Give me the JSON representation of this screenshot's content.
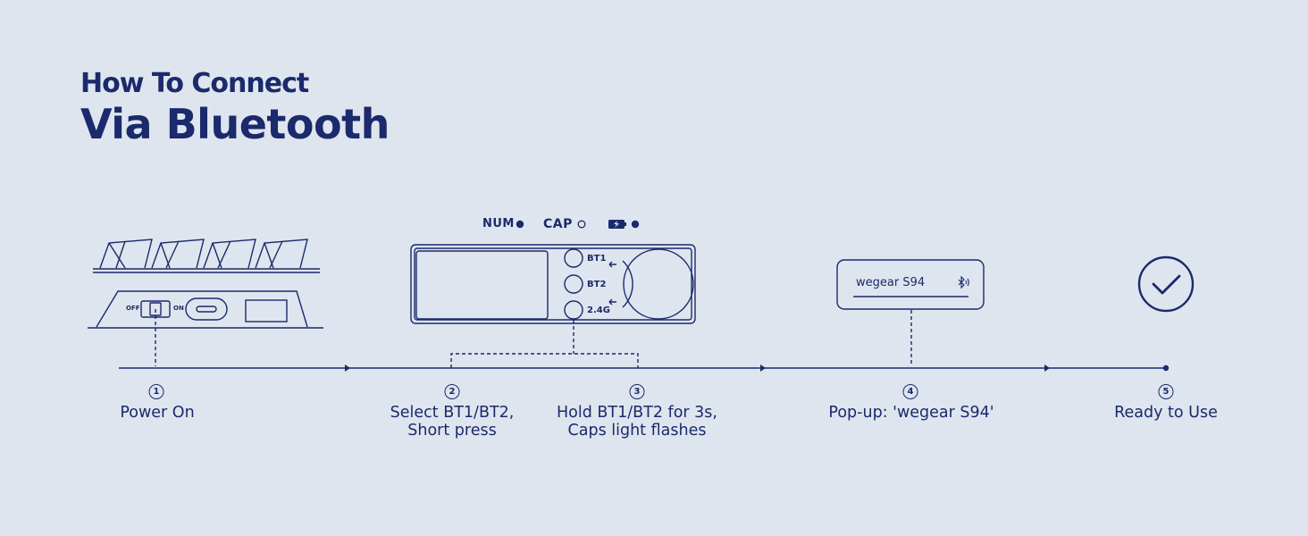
{
  "header": {
    "line1": "How To Connect",
    "line2": "Via Bluetooth"
  },
  "indicators": {
    "num": "NUM",
    "cap": "CAP"
  },
  "keyboard_side": {
    "off_label": "OFF",
    "on_label": "ON"
  },
  "panel": {
    "bt1": "BT1",
    "bt2": "BT2",
    "g24": "2.4G"
  },
  "popup": {
    "device_name": "wegear S94"
  },
  "steps": [
    {
      "number": "1",
      "line1": "Power On",
      "line2": ""
    },
    {
      "number": "2",
      "line1": "Select BT1/BT2,",
      "line2": "Short press"
    },
    {
      "number": "3",
      "line1": "Hold BT1/BT2 for 3s,",
      "line2": "Caps light flashes"
    },
    {
      "number": "4",
      "line1": "Pop-up: 'wegear S94'",
      "line2": ""
    },
    {
      "number": "5",
      "line1": "Ready to Use",
      "line2": ""
    }
  ],
  "colors": {
    "background": "#dfe5ee",
    "ink": "#1a2a6c"
  },
  "icons": [
    "bluetooth-icon",
    "battery-icon",
    "check-circle-icon",
    "arrow-right-icon"
  ]
}
